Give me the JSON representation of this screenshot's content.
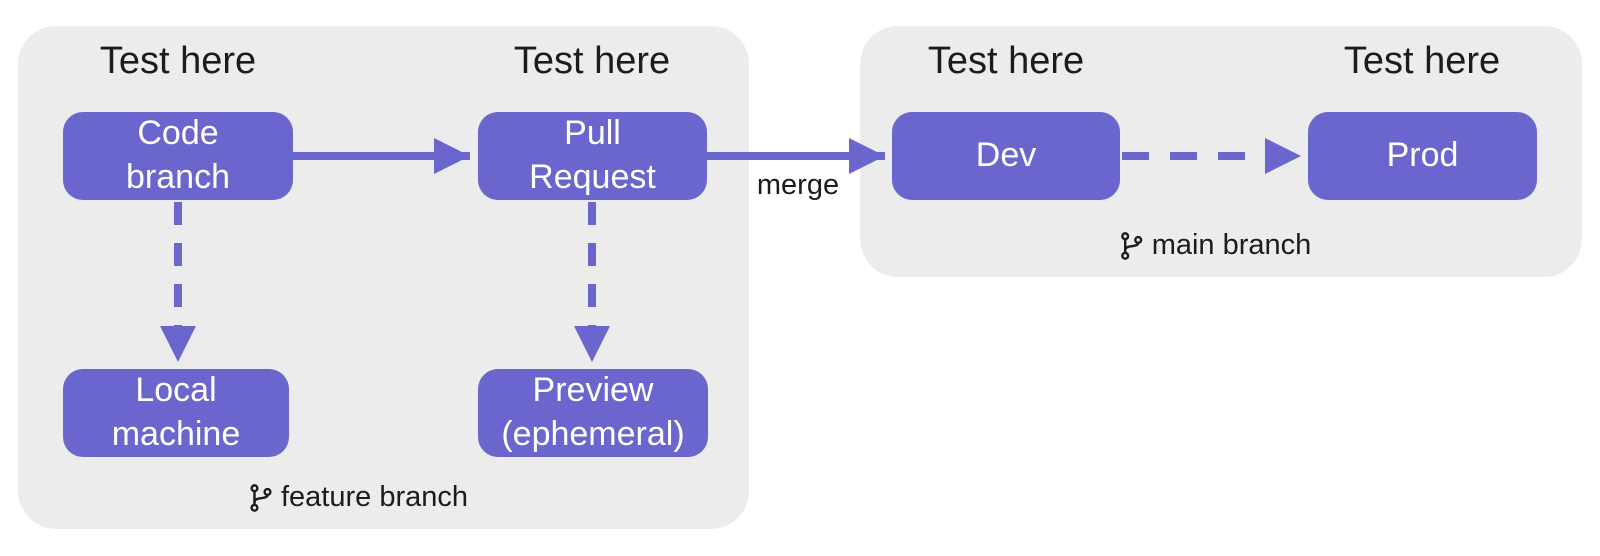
{
  "diagram": {
    "title_hint": "branch testing workflow",
    "colors": {
      "node": "#6a66cd",
      "node_text": "#ffffff",
      "group_bg": "#ececec",
      "text_dark": "#1c1c1c",
      "page_bg": "#ffffff"
    },
    "nodes": {
      "code_branch": {
        "label": "Code\nbranch"
      },
      "pull_request": {
        "label": "Pull\nRequest"
      },
      "local_machine": {
        "label": "Local\nmachine"
      },
      "preview": {
        "label": "Preview\n(ephemeral)"
      },
      "dev": {
        "label": "Dev"
      },
      "prod": {
        "label": "Prod"
      }
    },
    "test_labels": {
      "over_code_branch": "Test here",
      "over_pull_request": "Test here",
      "over_dev": "Test here",
      "over_prod": "Test here"
    },
    "edge_labels": {
      "merge": "merge"
    },
    "groups": {
      "feature": {
        "label": "feature branch",
        "icon": "git-branch-icon"
      },
      "main": {
        "label": "main branch",
        "icon": "git-branch-icon"
      }
    },
    "edges": [
      {
        "from": "code_branch",
        "to": "pull_request",
        "style": "solid"
      },
      {
        "from": "pull_request",
        "to": "dev",
        "style": "solid",
        "label": "merge"
      },
      {
        "from": "dev",
        "to": "prod",
        "style": "dashed"
      },
      {
        "from": "code_branch",
        "to": "local_machine",
        "style": "dashed"
      },
      {
        "from": "pull_request",
        "to": "preview",
        "style": "dashed"
      }
    ]
  }
}
